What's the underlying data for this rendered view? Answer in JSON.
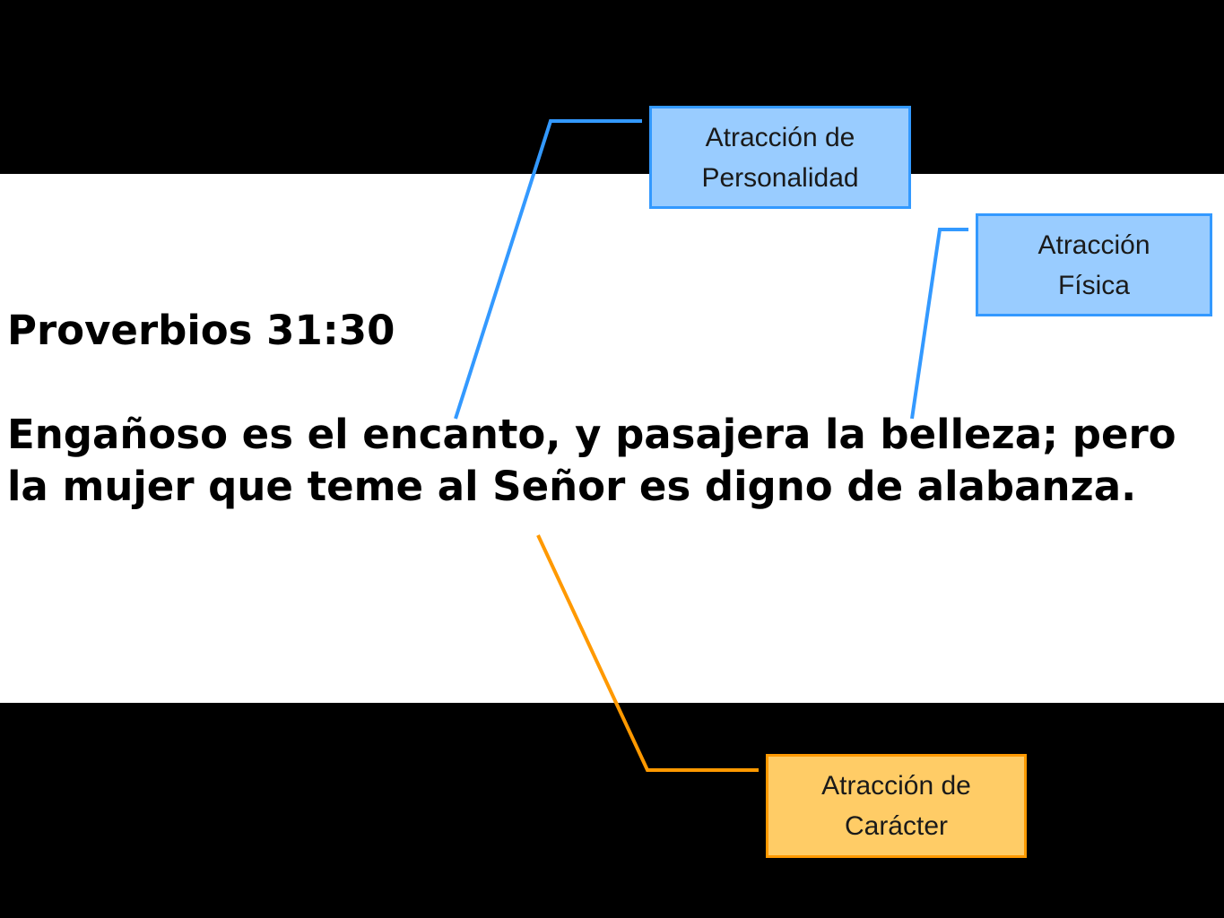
{
  "verse": {
    "reference": "Proverbios 31:30",
    "text": "Engañoso es el encanto, y pasajera la belleza; pero la mujer que teme al Señor es digno de alabanza."
  },
  "callouts": {
    "personalidad": "Atracción de\nPersonalidad",
    "fisica": "Atracción\nFísica",
    "caracter": "Atracción de\nCarácter"
  },
  "colors": {
    "background": "#000000",
    "band": "#ffffff",
    "blue_fill": "#99ccff",
    "blue_line": "#3399ff",
    "orange_fill": "#ffcc66",
    "orange_line": "#ff9900"
  }
}
